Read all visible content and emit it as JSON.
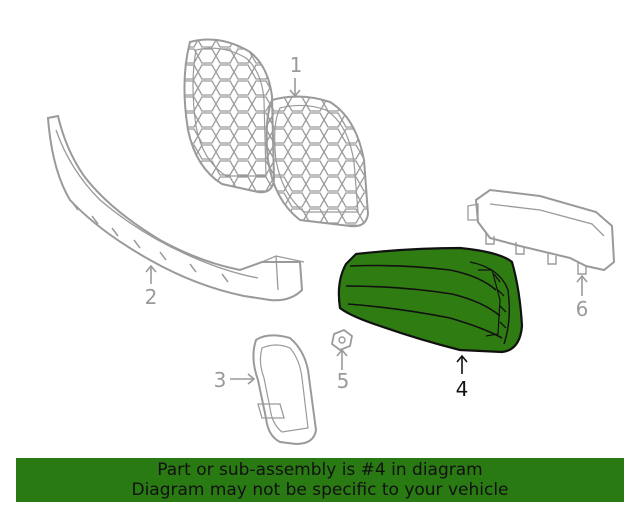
{
  "callouts": [
    {
      "label": "1"
    },
    {
      "label": "2"
    },
    {
      "label": "3"
    },
    {
      "label": "4"
    },
    {
      "label": "5"
    },
    {
      "label": "6"
    }
  ],
  "colors": {
    "line": "#9a9a9a",
    "highlight_fill": "#2f7d12",
    "highlight_stroke": "#111111",
    "banner_bg": "#2a7a14"
  },
  "banner": {
    "line1": "Part or sub-assembly is #4 in diagram",
    "line2": "Diagram may not be specific to your vehicle"
  }
}
